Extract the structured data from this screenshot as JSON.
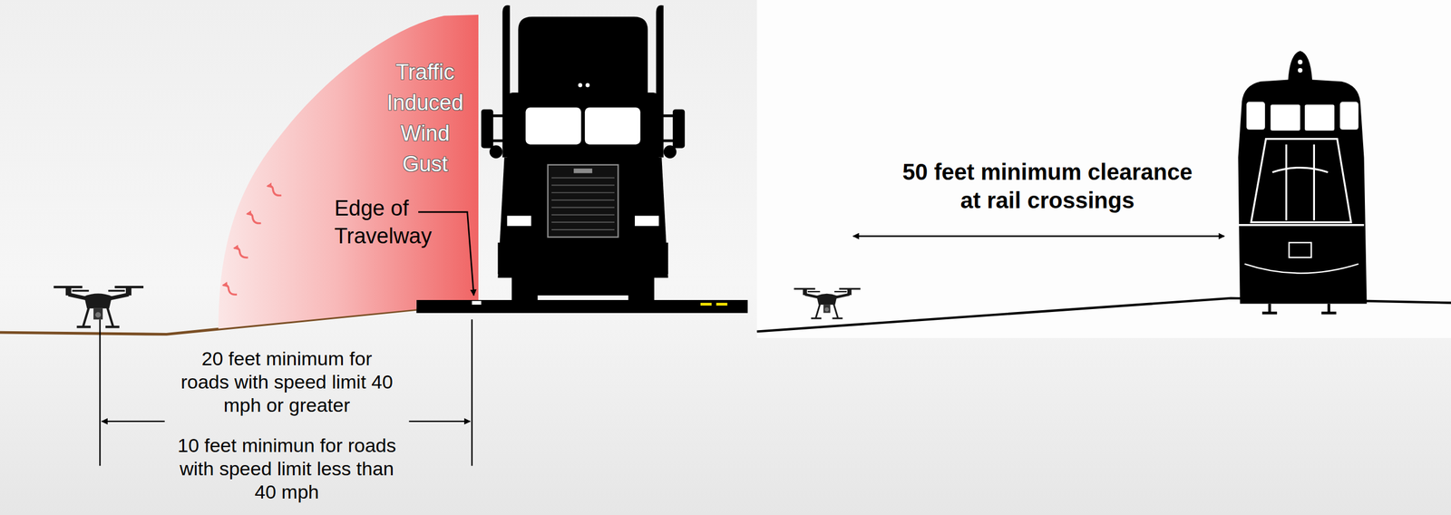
{
  "diagram": {
    "nodes": [
      {
        "text": [
          "Traffic Induced Wind Gust"
        ]
      }
    ],
    "labels": [
      "Edge of Travelway",
      "20 feet minimum for roads with speed limit 40 mph or greater",
      "10 feet minimun for roads with speed limit less than 40 mph",
      "50 feet minimum clearance at rail crossings"
    ]
  }
}
